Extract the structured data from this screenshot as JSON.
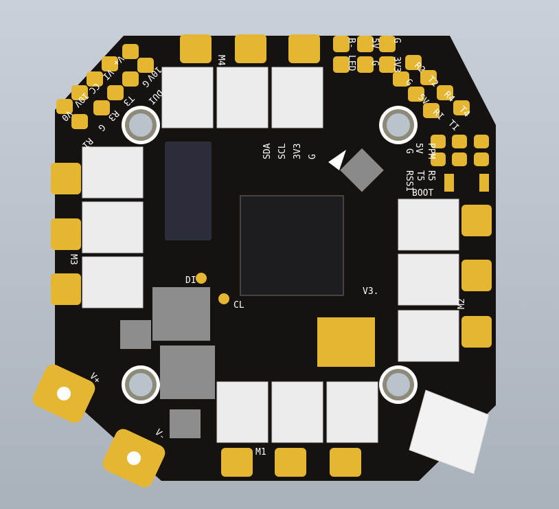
{
  "board": {
    "colors": {
      "pcb": "#161210",
      "pad": "#e4b632",
      "silkscreen": "#ffffff",
      "connector": "#ececec",
      "chip": "#1d1d1f"
    },
    "motor_labels": [
      "M1",
      "M2",
      "M3",
      "M4"
    ],
    "power_labels": {
      "positive": "V+",
      "negative": "V-"
    },
    "top_left_labels": [
      "V+",
      "VI",
      "CC",
      "10V",
      "V0",
      "10V",
      "G",
      "T3",
      "R3",
      "G",
      "DUI",
      "RI"
    ],
    "top_labels": [
      "B-",
      "LED",
      "5V",
      "G",
      "G",
      "3V3"
    ],
    "top_right_labels": [
      "R2",
      "T2",
      "R4",
      "T4",
      "G",
      "5V",
      "RI",
      "TI"
    ],
    "right_labels": [
      "PPM",
      "5V",
      "G",
      "R5",
      "T5",
      "RSSI",
      "BOOT"
    ],
    "i2c_labels": [
      "SDA",
      "SCL",
      "3V3",
      "G"
    ],
    "misc_labels": [
      "DI",
      "CL",
      "V3."
    ]
  }
}
